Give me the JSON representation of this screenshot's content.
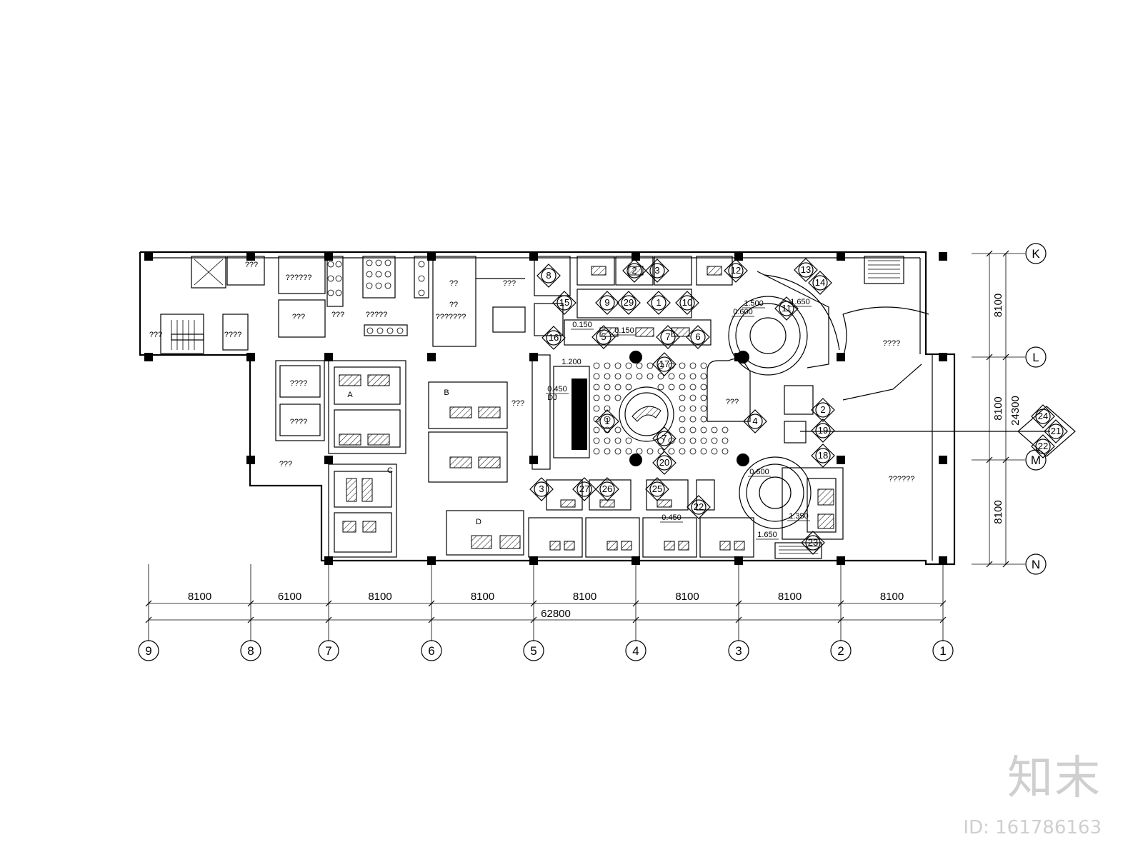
{
  "drawing": {
    "axes_bottom": [
      "9",
      "8",
      "7",
      "6",
      "5",
      "4",
      "3",
      "2",
      "1"
    ],
    "axes_right": [
      "K",
      "L",
      "M",
      "N"
    ],
    "bottom_spans": [
      "8100",
      "6100",
      "8100",
      "8100",
      "8100",
      "8100",
      "8100",
      "8100"
    ],
    "bottom_total": "62800",
    "right_spans": [
      "8100",
      "8100",
      "8100"
    ],
    "right_total": "24300",
    "elevations": [
      "1.200",
      "0.450",
      "0.150",
      "0.600",
      "0.600",
      "1.500",
      "1.650",
      "1.650",
      "1.350",
      "0.150",
      "0.450"
    ],
    "room_labels": [
      "???",
      "??????",
      "???",
      "???",
      "????",
      "???",
      "?????",
      "??",
      "???????",
      "???",
      "????",
      "????",
      "????",
      "???",
      "???",
      "??????",
      "???",
      "??",
      "DJ",
      "A",
      "B",
      "C",
      "D"
    ],
    "section_tags": [
      "8",
      "2",
      "3",
      "12",
      "13",
      "14",
      "15",
      "9",
      "29",
      "1",
      "10",
      "11",
      "16",
      "5",
      "7",
      "6",
      "7",
      "17",
      "1",
      "4",
      "2",
      "19",
      "18",
      "20",
      "3",
      "27",
      "26",
      "25",
      "22",
      "24",
      "21",
      "22",
      "23"
    ]
  },
  "watermark": {
    "logo": "知末",
    "id": "ID: 161786163"
  }
}
